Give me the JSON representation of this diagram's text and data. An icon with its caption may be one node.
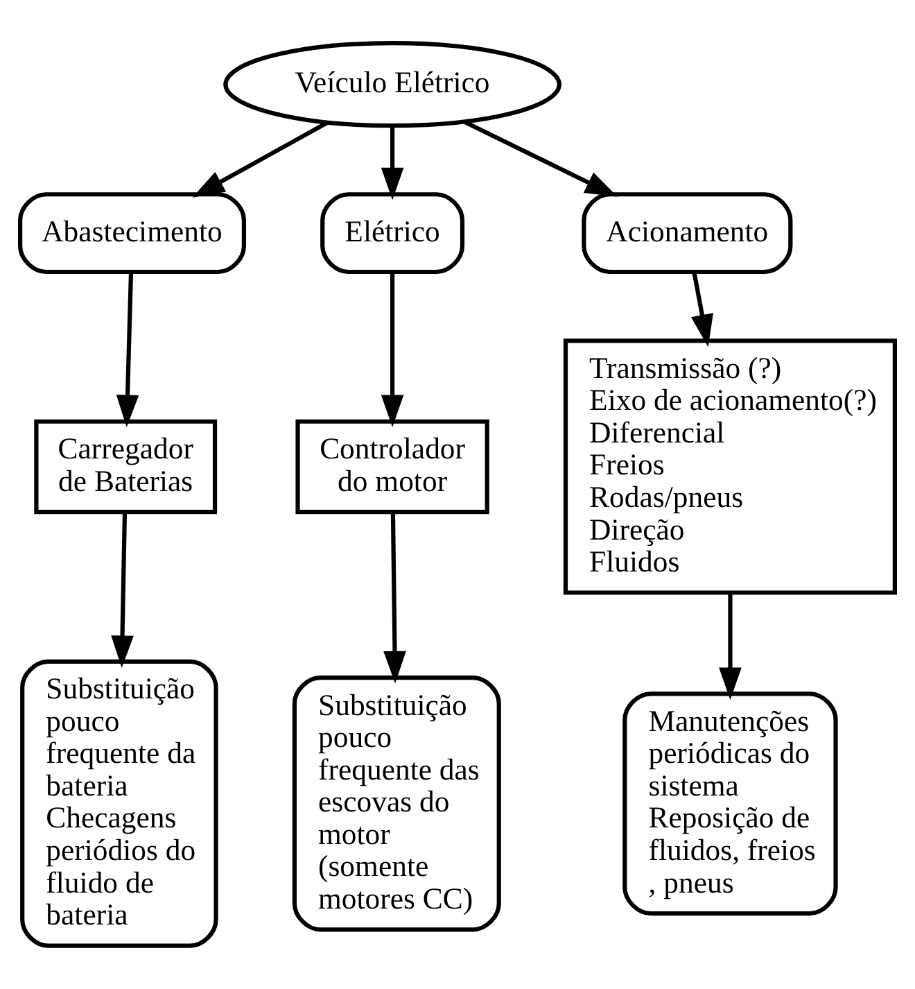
{
  "diagram": {
    "nodes": [
      {
        "text": [
          "Veículo Elétrico"
        ]
      },
      {
        "text": [
          "Abastecimento"
        ]
      },
      {
        "text": [
          "Elétrico"
        ]
      },
      {
        "text": [
          "Acionamento"
        ]
      },
      {
        "text": [
          "Carregador de Baterias"
        ]
      },
      {
        "text": [
          "Controlador do motor"
        ]
      },
      {
        "text": [
          "Transmissão (?)",
          "Eixo de acionamento(?)",
          "Diferencial",
          "Freios",
          "Rodas/pneus",
          "Direção",
          "Fluidos"
        ]
      },
      {
        "text": [
          "Substituição pouco frequente da bateria",
          "Checagens periódios do fluido de bateria"
        ]
      },
      {
        "text": [
          "Substituição pouco frequente das escovas do motor (somente motores CC)"
        ]
      },
      {
        "text": [
          "Manutenções periódicas do sistema",
          "Reposição de fluidos, freios , pneus"
        ]
      }
    ],
    "edges": [
      {
        "from": 0,
        "to": 1,
        "arrow": "to"
      },
      {
        "from": 0,
        "to": 2,
        "arrow": "to"
      },
      {
        "from": 0,
        "to": 3,
        "arrow": "to"
      },
      {
        "from": 1,
        "to": 4,
        "arrow": "to"
      },
      {
        "from": 2,
        "to": 5,
        "arrow": "to"
      },
      {
        "from": 3,
        "to": 6,
        "arrow": "to"
      },
      {
        "from": 4,
        "to": 7,
        "arrow": "to"
      },
      {
        "from": 5,
        "to": 8,
        "arrow": "to"
      },
      {
        "from": 6,
        "to": 9,
        "arrow": "to"
      }
    ]
  }
}
